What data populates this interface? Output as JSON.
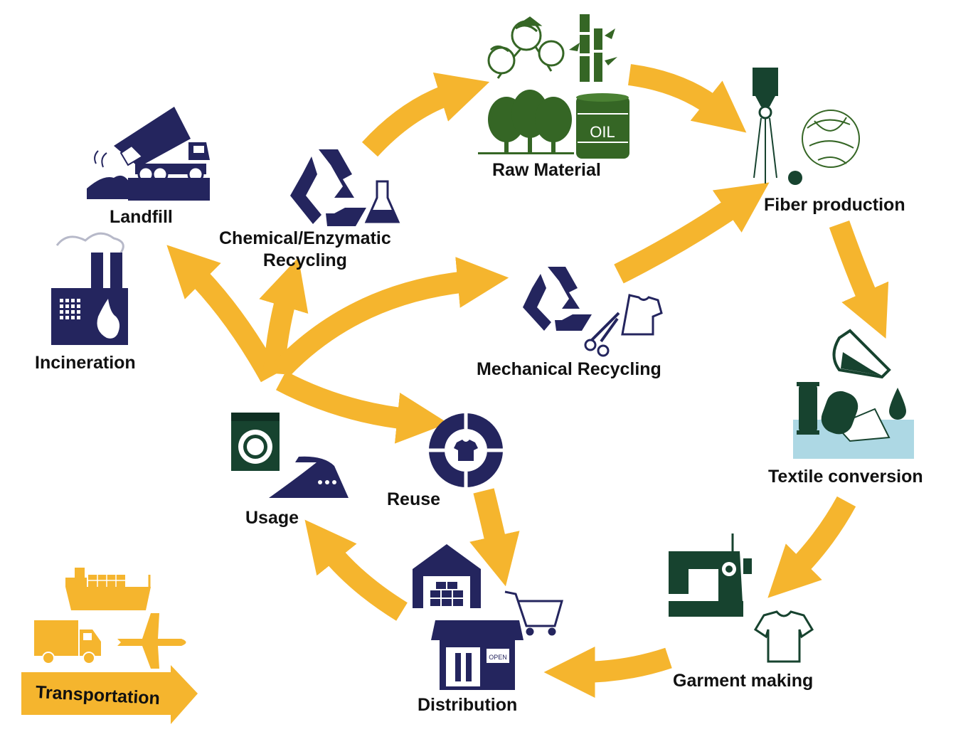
{
  "colors": {
    "arrow": "#F5B52E",
    "navy": "#24255E",
    "green": "#356625",
    "dark_teal": "#17432F",
    "water": "#ADD8E4",
    "outline": "#1F3D2A"
  },
  "stages": {
    "raw_material": "Raw Material",
    "fiber_production": "Fiber production",
    "textile_conversion": "Textile conversion",
    "garment_making": "Garment making",
    "distribution": "Distribution",
    "usage": "Usage",
    "reuse": "Reuse",
    "mechanical_recycling": "Mechanical Recycling",
    "chemical_recycling_line1": "Chemical/Enzymatic",
    "chemical_recycling_line2": "Recycling",
    "landfill": "Landfill",
    "incineration": "Incineration",
    "transportation": "Transportation"
  },
  "icon_text": {
    "oil_barrel": "OIL",
    "shop_sign": "OPEN"
  },
  "icons": [
    "cotton-plant-icon",
    "bamboo-icon",
    "trees-icon",
    "oil-barrel-icon",
    "spinneret-icon",
    "fiber-ball-icon",
    "flask-icon",
    "thread-spool-icon",
    "fabric-roll-icon",
    "water-drop-icon",
    "sewing-machine-icon",
    "t-shirt-icon",
    "warehouse-icon",
    "shopping-cart-icon",
    "storefront-icon",
    "washing-machine-icon",
    "iron-icon",
    "reuse-cycle-icon",
    "recycle-icon",
    "scissors-icon",
    "dump-truck-icon",
    "factory-icon",
    "flame-icon",
    "cargo-ship-icon",
    "truck-icon",
    "airplane-icon"
  ]
}
